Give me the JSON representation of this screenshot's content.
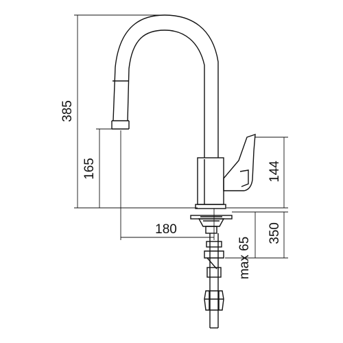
{
  "dimensions": {
    "total_height": "385",
    "spout_outlet_height": "165",
    "spout_reach": "180",
    "body_height": "144",
    "hose_length": "350",
    "max_thickness": "max 65"
  }
}
